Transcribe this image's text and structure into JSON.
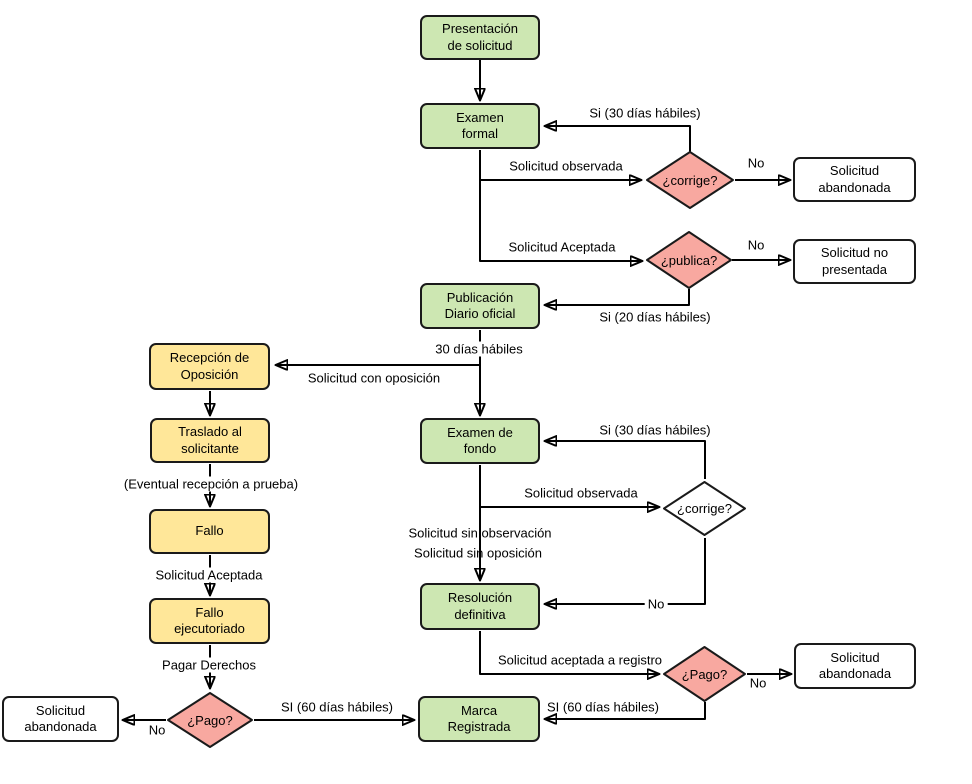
{
  "diagram": {
    "title_hint": "Trademark registration process flowchart",
    "colors": {
      "process-fill": "#CDE7B2",
      "opposition-fill": "#FFE799",
      "decision-fill": "#F8A8A0",
      "terminal-fill": "#FFFFFF",
      "border": "#1A1A1A",
      "line": "#000000"
    },
    "nodes": {
      "presentacion": "Presentación\nde solicitud",
      "examen_formal": "Examen\nformal",
      "publicacion": "Publicación\nDiario oficial",
      "examen_fondo": "Examen de\nfondo",
      "resolucion": "Resolución\ndefinitiva",
      "marca": "Marca\nRegistrada",
      "recepcion": "Recepción de\nOposición",
      "traslado": "Traslado al\nsolicitante",
      "fallo": "Fallo",
      "fallo_ejecutoriado": "Fallo\nejecutoriado",
      "abandonada_top": "Solicitud\nabandonada",
      "no_presentada": "Solicitud no\npresentada",
      "abandonada_right": "Solicitud\nabandonada",
      "abandonada_left": "Solicitud\nabandonada",
      "corrige1": "¿corrige?",
      "publica": "¿publica?",
      "corrige2": "¿corrige?",
      "pago_right": "¿Pago?",
      "pago_left": "¿Pago?"
    },
    "labels": {
      "si_30_top": "Si (30 días hábiles)",
      "solicitud_observada_top": "Solicitud observada",
      "no_corrige1": "No",
      "solicitud_aceptada_top": "Solicitud Aceptada",
      "no_publica": "No",
      "si_20": "Si (20 días hábiles)",
      "dias_30": "30 días hábiles",
      "con_oposicion": "Solicitud con oposición",
      "eventual": "(Eventual recepción a prueba)",
      "solicitud_aceptada_left": "Solicitud Aceptada",
      "pagar_derechos": "Pagar Derechos",
      "no_pago_left": "No",
      "si_60_left": "SI (60 días hábiles)",
      "si_30_mid": "Si (30 días hábiles)",
      "solicitud_observada_mid": "Solicitud observada",
      "sin_observacion": "Solicitud sin observación",
      "sin_oposicion": "Solicitud sin oposición",
      "no_corrige2": "No",
      "aceptada_registro": "Solicitud aceptada a registro",
      "no_pago_right": "No",
      "si_60_right": "SI (60 días hábiles)"
    }
  }
}
